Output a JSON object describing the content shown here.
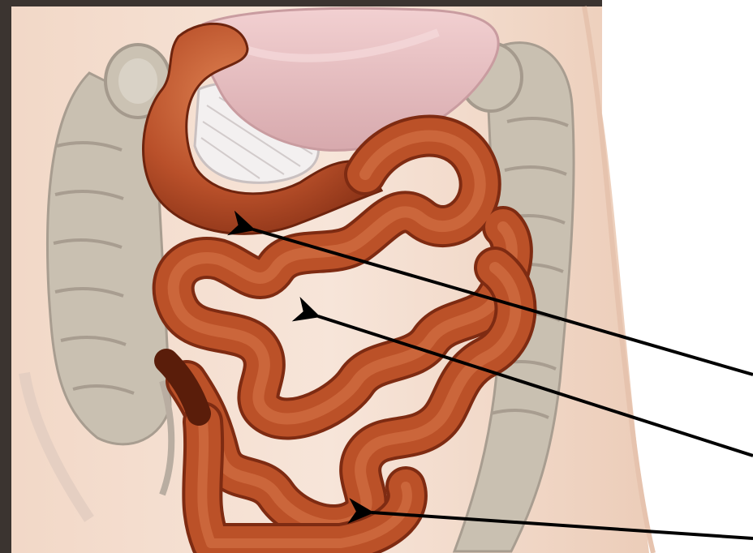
{
  "diagram": {
    "colors": {
      "background": "#ffffff",
      "frame_left": "#3b3430",
      "frame_top": "#3b3430",
      "skin": "#f1d5c3",
      "skin_light": "#f7e4d7",
      "colon": "#c9c0b1",
      "colon_shadow": "#a89d90",
      "stomach": "#ebc4c6",
      "stomach_dark": "#d6aeb1",
      "pancreas": "#f3f0f0",
      "intestine": "#bb5128",
      "intestine_dark": "#7f2c12",
      "intestine_light": "#da7b4d",
      "arrow": "#000000"
    },
    "arrows": [
      {
        "name": "arrow-duodenum"
      },
      {
        "name": "arrow-jejunum"
      },
      {
        "name": "arrow-ileum"
      }
    ]
  }
}
